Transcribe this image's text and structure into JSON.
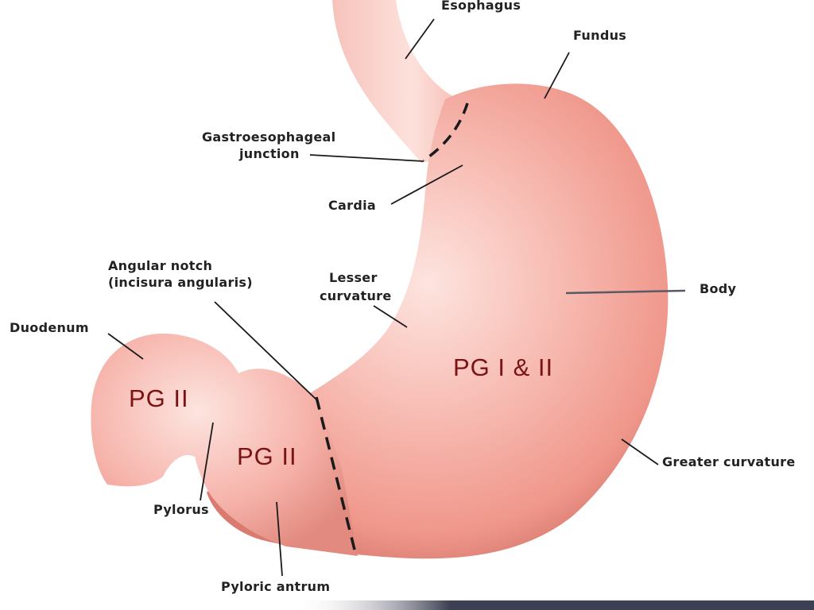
{
  "diagram": {
    "labels": {
      "esophagus": "Esophagus",
      "fundus": "Fundus",
      "ge_junction_1": "Gastroesophageal",
      "ge_junction_2": "junction",
      "cardia": "Cardia",
      "angular_notch_1": "Angular notch",
      "angular_notch_2": "(incisura angularis)",
      "lesser_curvature_1": "Lesser",
      "lesser_curvature_2": "curvature",
      "body": "Body",
      "duodenum": "Duodenum",
      "greater_curvature": "Greater curvature",
      "pylorus": "Pylorus",
      "pyloric_antrum": "Pyloric antrum"
    },
    "regions": {
      "body": "PG I & II",
      "duodenum": "PG II",
      "antrum": "PG II"
    },
    "colors": {
      "tissue": "#f3a69d",
      "tissue_highlight": "#fde4df",
      "tissue_shadow": "#d97b70",
      "region_text": "#7a1414",
      "label_text": "#222222",
      "band": "#3d3f52"
    }
  }
}
